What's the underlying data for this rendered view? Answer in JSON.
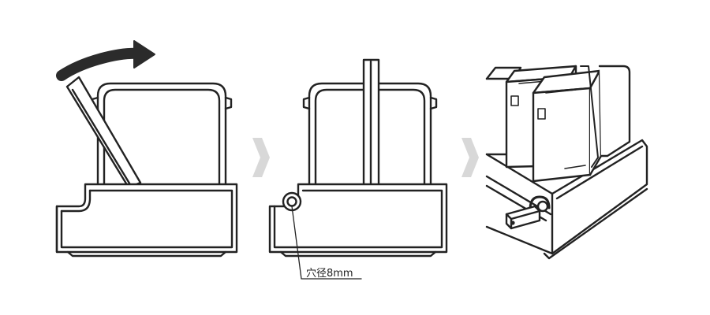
{
  "callout": {
    "label": "穴径8mm"
  },
  "panels": [
    {
      "id": "step-1",
      "subject": "charging-dock-with-locking-bar-rotating-in"
    },
    {
      "id": "step-2",
      "subject": "charging-dock-with-locking-bar-upright"
    },
    {
      "id": "step-3",
      "subject": "locked-dock-with-power-banks-and-padlock"
    }
  ],
  "colors": {
    "stroke": "#222222",
    "arrow": "#2b2b2b",
    "chevron": "#d8d8d8",
    "fill": "#ffffff"
  },
  "icons": [
    "rotation-arrow-icon",
    "chevron-right-icon",
    "padlock-icon"
  ]
}
